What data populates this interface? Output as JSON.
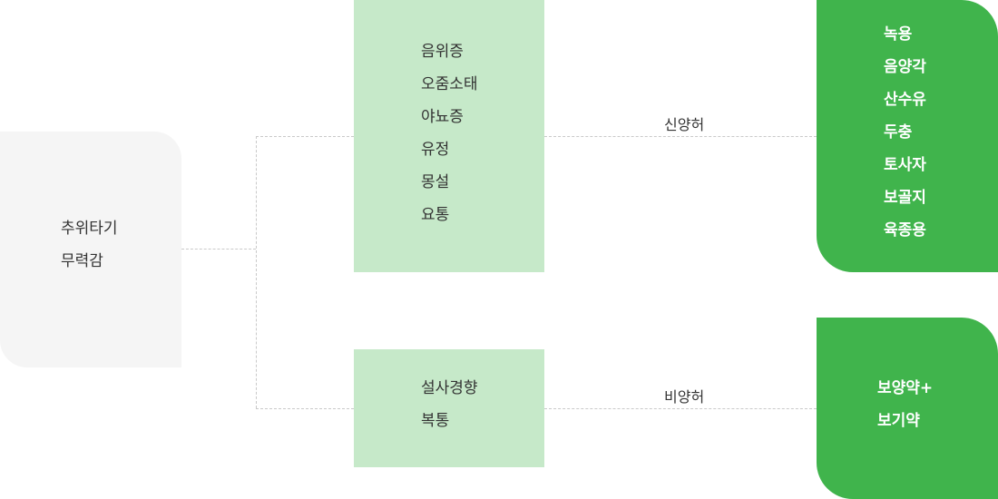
{
  "root": {
    "lines": [
      "추위타기",
      "무력감"
    ]
  },
  "symptom_groups": [
    {
      "lines": [
        "음위증",
        "오줌소태",
        "야뇨증",
        "유정",
        "몽설",
        "요통"
      ]
    },
    {
      "lines": [
        "설사경향",
        "복통"
      ]
    }
  ],
  "edges": [
    {
      "label": "신양허"
    },
    {
      "label": "비양허"
    }
  ],
  "herbs": [
    {
      "lines": [
        "녹용",
        "음양각",
        "산수유",
        "두충",
        "토사자",
        "보골지",
        "육종용"
      ]
    },
    {
      "lines": [
        "보양약+",
        "보기약"
      ]
    }
  ],
  "colors": {
    "root_bg": "#f5f5f5",
    "symptom_bg": "#c6e9c9",
    "herb_bg": "#40b44c",
    "connector": "#c9c9c9"
  }
}
